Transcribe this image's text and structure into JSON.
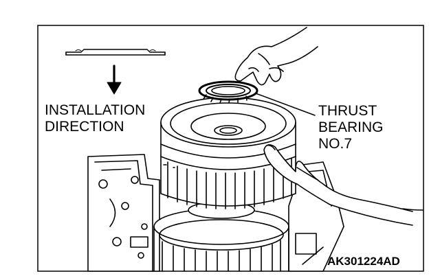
{
  "figure": {
    "installation_label": [
      "INSTALLATION",
      "DIRECTION"
    ],
    "bearing_label": [
      "THRUST",
      "BEARING",
      "NO.7"
    ],
    "figure_id": "AK301224AD",
    "stroke_color": "#000000",
    "background_color": "#ffffff"
  }
}
